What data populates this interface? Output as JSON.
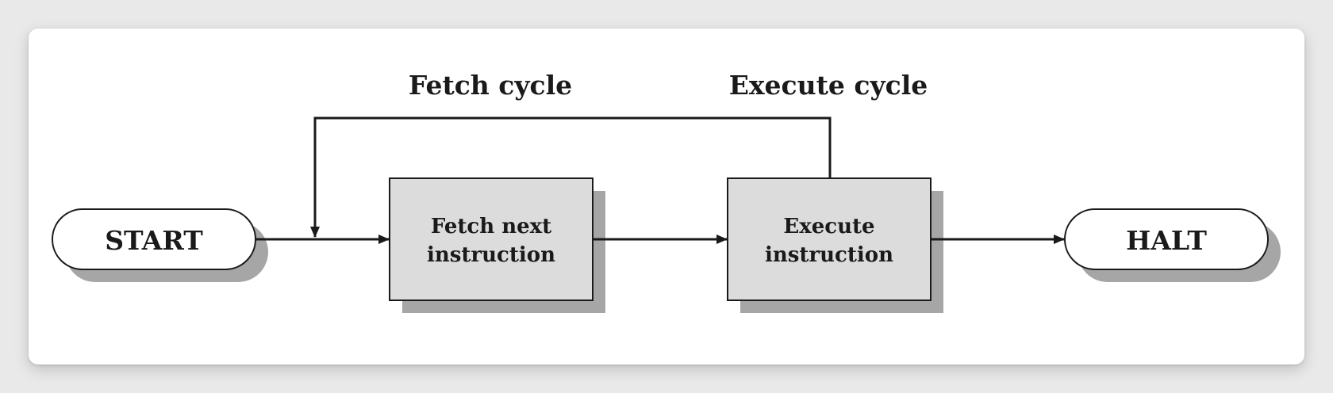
{
  "diagram": {
    "labels": {
      "fetch_cycle": "Fetch cycle",
      "execute_cycle": "Execute cycle"
    },
    "nodes": {
      "start": "START",
      "fetch_line1": "Fetch next",
      "fetch_line2": "instruction",
      "execute_line1": "Execute",
      "execute_line2": "instruction",
      "halt": "HALT"
    },
    "colors": {
      "box_fill": "#dcdcdc",
      "shadow": "#a6a6a6",
      "stroke": "#1a1a1a",
      "terminal_fill": "#ffffff"
    }
  }
}
